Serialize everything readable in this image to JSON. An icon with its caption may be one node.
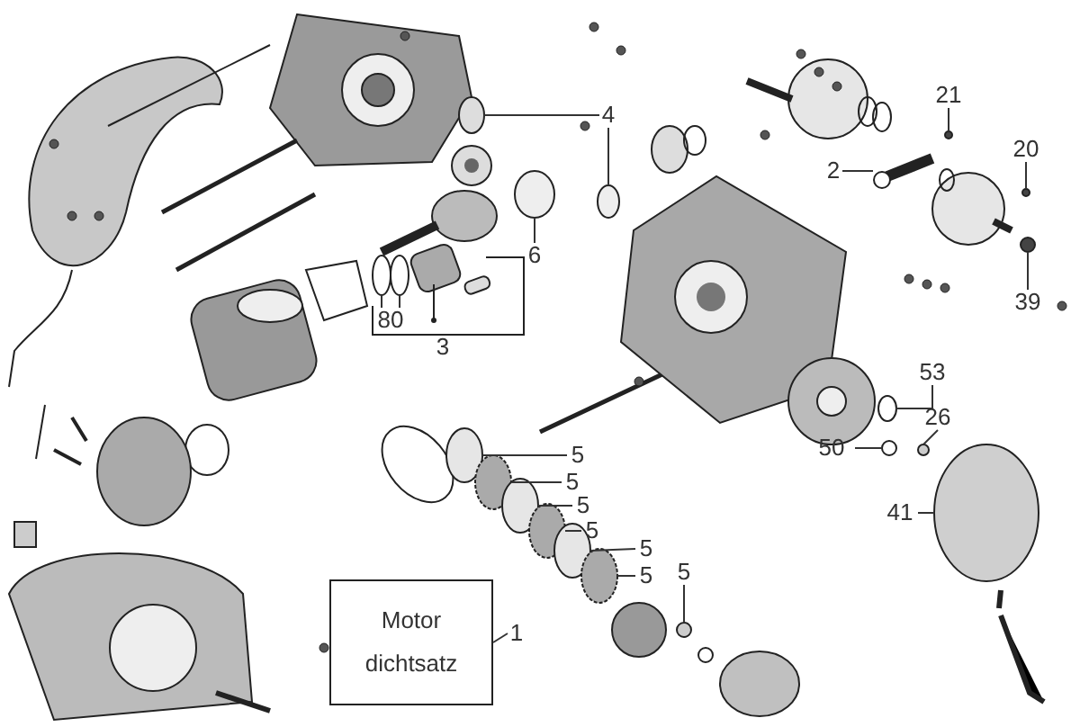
{
  "diagram": {
    "nodes": [
      {
        "text": [
          "21"
        ]
      },
      {
        "text": [
          "4"
        ]
      },
      {
        "text": [
          "2"
        ]
      },
      {
        "text": [
          "20"
        ]
      },
      {
        "text": [
          "6"
        ]
      },
      {
        "text": [
          "39"
        ]
      },
      {
        "text": [
          "80"
        ]
      },
      {
        "text": [
          "53"
        ]
      },
      {
        "text": [
          "26"
        ]
      },
      {
        "text": [
          "50"
        ]
      },
      {
        "text": [
          "5"
        ]
      },
      {
        "text": [
          "5"
        ]
      },
      {
        "text": [
          "5"
        ]
      },
      {
        "text": [
          "41"
        ]
      },
      {
        "text": [
          "5"
        ]
      },
      {
        "text": [
          "5"
        ]
      },
      {
        "text": [
          "5"
        ]
      },
      {
        "text": [
          "5"
        ]
      },
      {
        "text": [
          "Motor dichtsatz"
        ]
      },
      {
        "text": [
          "1"
        ]
      },
      {
        "text": [],
        "shape": "circle"
      },
      {
        "text": [],
        "shape": "circle"
      },
      {
        "text": [],
        "shape": "circle"
      },
      {
        "text": [],
        "shape": "circle"
      },
      {
        "text": [],
        "shape": "circle"
      },
      {
        "text": [],
        "shape": "circle"
      },
      {
        "text": [],
        "shape": "circle"
      },
      {
        "text": [],
        "shape": "circle"
      },
      {
        "text": [],
        "shape": "circle"
      },
      {
        "text": [],
        "shape": "picture"
      },
      {
        "text": [],
        "shape": "circle"
      },
      {
        "text": [],
        "shape": "circle"
      },
      {
        "text": [],
        "shape": "circle"
      },
      {
        "text": [],
        "shape": "circle"
      },
      {
        "text": [],
        "shape": "circle"
      },
      {
        "text": [],
        "shape": "circle"
      },
      {
        "text": [],
        "shape": "circle"
      },
      {
        "text": [],
        "shape": "circle"
      },
      {
        "text": [],
        "shape": "circle"
      },
      {
        "text": [],
        "shape": "circle"
      }
    ],
    "edges": [
      {
        "from": 0,
        "to": 26,
        "arrow": "none"
      },
      {
        "from": 1,
        "to": 27,
        "arrow": "none"
      },
      {
        "from": 1,
        "to": 28,
        "arrow": "none"
      },
      {
        "from": 2,
        "to": 29,
        "arrow": "none"
      },
      {
        "from": 3,
        "to": 30,
        "arrow": "none"
      },
      {
        "from": 4,
        "to": 31,
        "arrow": "none"
      },
      {
        "from": 5,
        "to": 32,
        "arrow": "none"
      },
      {
        "from": 6,
        "to": 33,
        "arrow": "none"
      },
      {
        "from": 6,
        "to": 34,
        "arrow": "none"
      },
      {
        "from": 7,
        "to": 35,
        "arrow": "none"
      },
      {
        "from": 8,
        "to": 36,
        "arrow": "none"
      },
      {
        "from": 9,
        "to": 37,
        "arrow": "none"
      },
      {
        "from": 10,
        "to": 20,
        "arrow": "none"
      },
      {
        "from": 11,
        "to": 21,
        "arrow": "none"
      },
      {
        "from": 12,
        "to": 22,
        "arrow": "none"
      },
      {
        "from": 13,
        "to": 38,
        "arrow": "none"
      },
      {
        "from": 14,
        "to": 23,
        "arrow": "none"
      },
      {
        "from": 15,
        "to": 24,
        "arrow": "none"
      },
      {
        "from": 16,
        "to": 39,
        "arrow": "none"
      },
      {
        "from": 17,
        "to": 25,
        "arrow": "none"
      },
      {
        "from": 19,
        "to": 18,
        "arrow": "none"
      }
    ],
    "labels": [
      "3"
    ]
  }
}
